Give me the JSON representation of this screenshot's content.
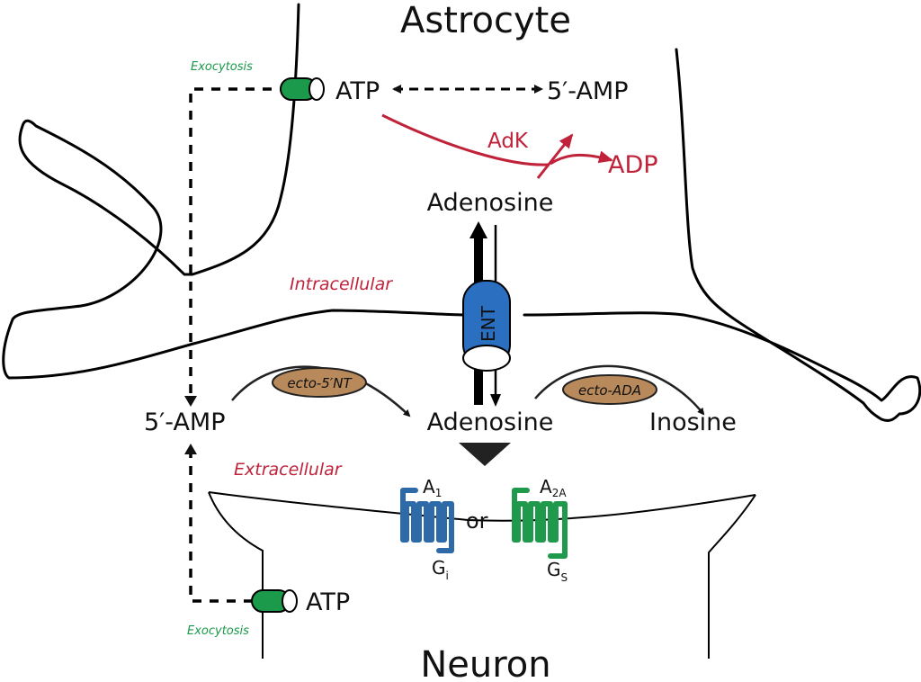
{
  "titles": {
    "top_cell": "Astrocyte",
    "bottom_cell": "Neuron"
  },
  "compartments": {
    "intracellular": "Intracellular",
    "extracellular": "Extracellular"
  },
  "molecules": {
    "atp_astrocyte": "ATP",
    "amp_astrocyte": "5′-AMP",
    "adp": "ADP",
    "adenosine_intracellular": "Adenosine",
    "adenosine_extracellular": "Adenosine",
    "amp_extracellular": "5′-AMP",
    "inosine": "Inosine",
    "atp_neuron": "ATP"
  },
  "enzymes": {
    "adk": "AdK",
    "ecto_5nt": "ecto-5′NT",
    "ecto_ada": "ecto-ADA"
  },
  "transporter": {
    "ent": "ENT"
  },
  "release": {
    "exocytosis_top": "Exocytosis",
    "exocytosis_bottom": "Exocytosis"
  },
  "receptors": {
    "a1_main": "A",
    "a1_sub": "1",
    "a2a_main": "A",
    "a2a_sub": "2A",
    "connector": "or",
    "gi_main": "G",
    "gi_sub": "i",
    "gs_main": "G",
    "gs_sub": "S"
  },
  "colors": {
    "red_label": "#c0223a",
    "exocytosis_green": "#1a9a4a",
    "ent_blue": "#2a6fc0",
    "a1_blue": "#2f6aa8",
    "a2a_green": "#1f9a4c",
    "enzyme_tan": "#b8895a"
  }
}
